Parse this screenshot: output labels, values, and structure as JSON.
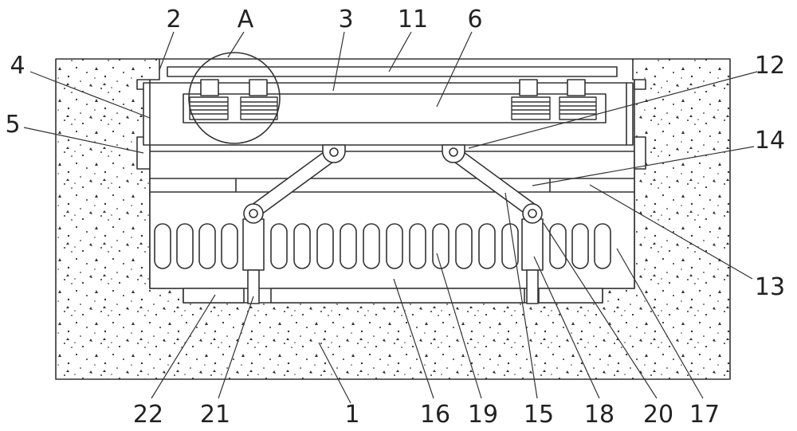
{
  "diagram": {
    "stroke_color": "#333333",
    "fill_color": "#ffffff",
    "labels": {
      "l2": "2",
      "lA": "A",
      "l3": "3",
      "l11": "11",
      "l6": "6",
      "l4": "4",
      "l12": "12",
      "l5": "5",
      "l14": "14",
      "l13": "13",
      "l22": "22",
      "l21": "21",
      "l1": "1",
      "l16": "16",
      "l19": "19",
      "l15": "15",
      "l18": "18",
      "l20": "20",
      "l17": "17"
    }
  }
}
